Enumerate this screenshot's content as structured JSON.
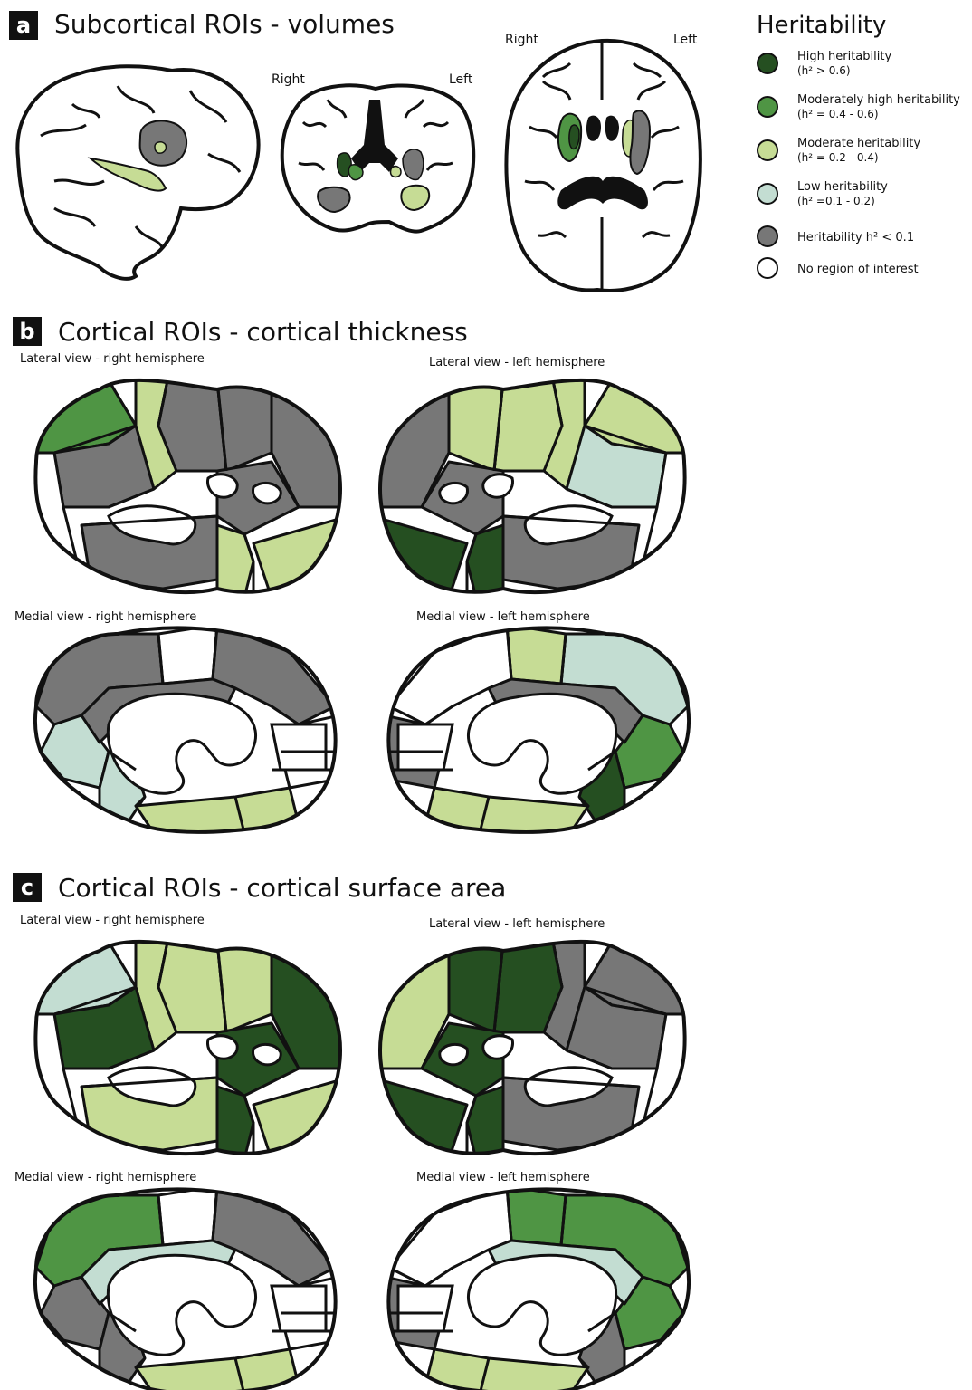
{
  "colors": {
    "high": "#254f21",
    "moderately_high": "#4f9544",
    "moderate": "#c6dc95",
    "low": "#c3ddd2",
    "none": "#777777",
    "no_roi": "#ffffff",
    "outline": "#111111",
    "black_fill": "#111111"
  },
  "panels": {
    "a": {
      "letter": "a",
      "title": "Subcortical ROIs - volumes"
    },
    "b": {
      "letter": "b",
      "title": "Cortical ROIs - cortical thickness"
    },
    "c": {
      "letter": "c",
      "title": "Cortical ROIs - cortical surface area"
    }
  },
  "orientation": {
    "coronal_right": "Right",
    "coronal_left": "Left",
    "axial_right": "Right",
    "axial_left": "Left"
  },
  "view_labels": {
    "b_lat_r": "Lateral view - right hemisphere",
    "b_lat_l": "Lateral view - left hemisphere",
    "b_med_r": "Medial view - right hemisphere",
    "b_med_l": "Medial view - left hemisphere",
    "c_lat_r": "Lateral view - right hemisphere",
    "c_lat_l": "Lateral view - left hemisphere",
    "c_med_r": "Medial view - right hemisphere",
    "c_med_l": "Medial view - left hemisphere"
  },
  "legend": {
    "title": "Heritability",
    "items": [
      {
        "line1": "High heritability",
        "line2": "(h² > 0.6)",
        "color": "#254f21"
      },
      {
        "line1": "Moderately high heritability",
        "line2": "(h² = 0.4 - 0.6)",
        "color": "#4f9544"
      },
      {
        "line1": "Moderate heritability",
        "line2": "(h² = 0.2 - 0.4)",
        "color": "#c6dc95"
      },
      {
        "line1": "Low heritability",
        "line2": "(h² =0.1 - 0.2)",
        "color": "#c3ddd2"
      },
      {
        "line1": "Heritability h² < 0.1",
        "line2": "",
        "color": "#777777"
      },
      {
        "line1": "No region of interest",
        "line2": "",
        "color": "#ffffff"
      }
    ]
  }
}
